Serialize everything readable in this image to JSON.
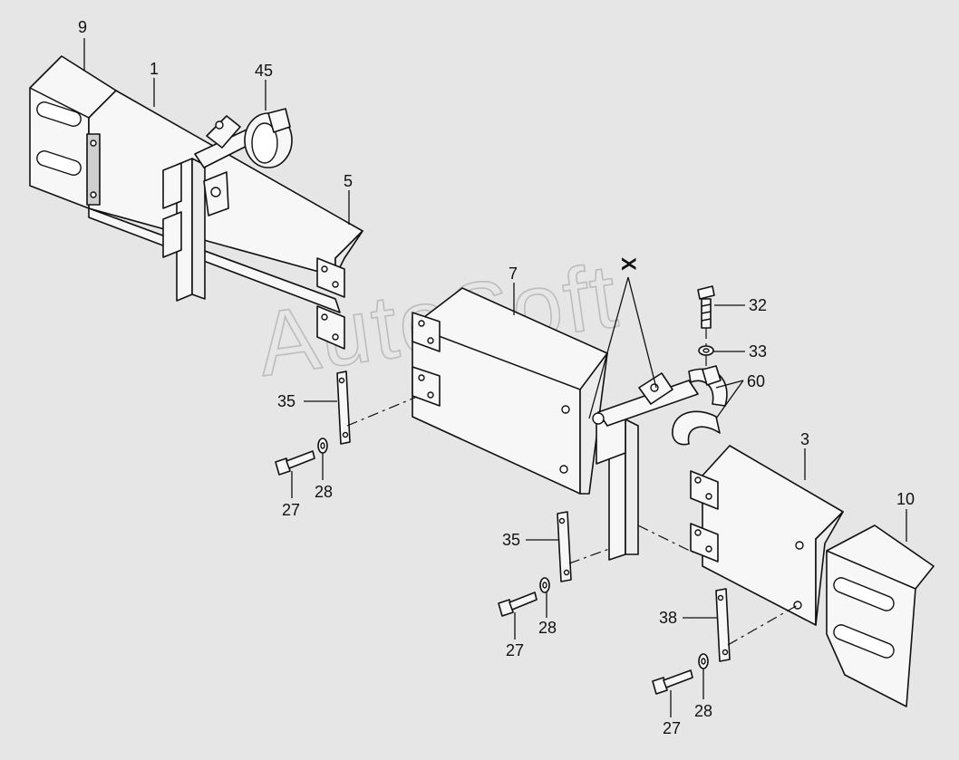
{
  "watermark": "AutoSoft",
  "callouts": [
    {
      "id": "c9",
      "text": "9"
    },
    {
      "id": "c1",
      "text": "1"
    },
    {
      "id": "c45",
      "text": "45"
    },
    {
      "id": "c5",
      "text": "5"
    },
    {
      "id": "c7",
      "text": "7"
    },
    {
      "id": "cX",
      "text": "X"
    },
    {
      "id": "c32",
      "text": "32"
    },
    {
      "id": "c33",
      "text": "33"
    },
    {
      "id": "c60",
      "text": "60"
    },
    {
      "id": "c35a",
      "text": "35"
    },
    {
      "id": "c27a",
      "text": "27"
    },
    {
      "id": "c28a",
      "text": "28"
    },
    {
      "id": "c3",
      "text": "3"
    },
    {
      "id": "c10",
      "text": "10"
    },
    {
      "id": "c35b",
      "text": "35"
    },
    {
      "id": "c27b",
      "text": "27"
    },
    {
      "id": "c28b",
      "text": "28"
    },
    {
      "id": "c38",
      "text": "38"
    },
    {
      "id": "c27c",
      "text": "27"
    },
    {
      "id": "c28c",
      "text": "28"
    }
  ]
}
